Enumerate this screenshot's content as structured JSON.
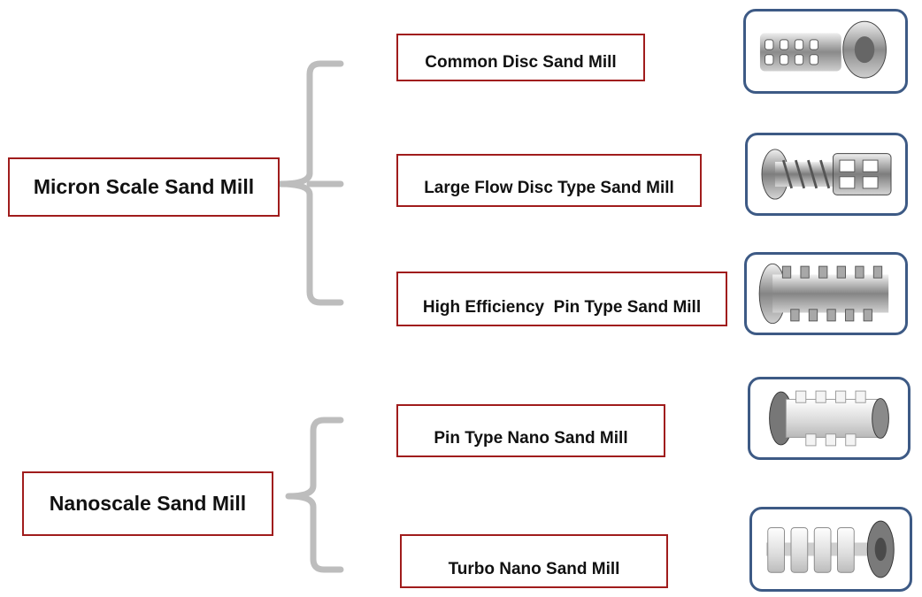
{
  "categories": [
    {
      "label": "Micron Scale Sand Mill",
      "items": [
        {
          "label": "Common Disc Sand Mill",
          "icon": "common-disc-rotor-icon"
        },
        {
          "label": "Large Flow Disc Type Sand Mill",
          "icon": "large-flow-disc-rotor-icon"
        },
        {
          "label": "High Efficiency  Pin Type Sand Mill",
          "icon": "pin-rotor-icon"
        }
      ]
    },
    {
      "label": "Nanoscale Sand Mill",
      "items": [
        {
          "label": "Pin Type Nano Sand Mill",
          "icon": "nano-pin-rotor-icon"
        },
        {
          "label": "Turbo Nano Sand Mill",
          "icon": "turbo-rotor-icon"
        }
      ]
    }
  ],
  "colors": {
    "box_border": "#a01c1c",
    "thumb_border": "#3d5a85",
    "bracket": "#bdbdbd"
  }
}
